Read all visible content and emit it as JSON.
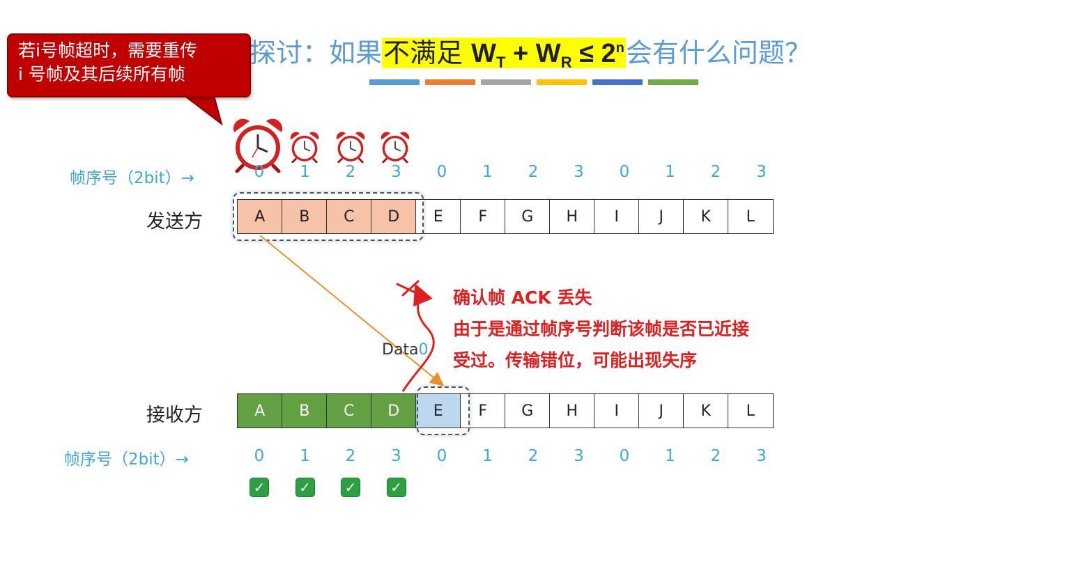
{
  "title": {
    "prefix": "探讨：如果",
    "highlight_text": "不满足",
    "math_w": "W",
    "sub_t": "T",
    "plus": " + ",
    "sub_r": "R",
    "leq": " ≤ 2",
    "sup_n": "n",
    "suffix": "会有什么问题？"
  },
  "title_bar_colors": [
    "#5b9bd5",
    "#ed7d31",
    "#a5a5a5",
    "#ffc000",
    "#4472c4",
    "#70ad47"
  ],
  "callout": {
    "line1": "若i号帧超时，需要重传",
    "line2": "i 号帧及其后续所有帧"
  },
  "sender": {
    "seq_label": "帧序号（2bit）→",
    "side_label": "发送方",
    "seq_numbers": [
      "0",
      "1",
      "2",
      "3",
      "0",
      "1",
      "2",
      "3",
      "0",
      "1",
      "2",
      "3"
    ],
    "frames": [
      "A",
      "B",
      "C",
      "D",
      "E",
      "F",
      "G",
      "H",
      "I",
      "J",
      "K",
      "L"
    ]
  },
  "receiver": {
    "seq_label": "帧序号（2bit）→",
    "side_label": "接收方",
    "seq_numbers": [
      "0",
      "1",
      "2",
      "3",
      "0",
      "1",
      "2",
      "3",
      "0",
      "1",
      "2",
      "3"
    ],
    "frames": [
      "A",
      "B",
      "C",
      "D",
      "E",
      "F",
      "G",
      "H",
      "I",
      "J",
      "K",
      "L"
    ],
    "checks": [
      "✓",
      "✓",
      "✓",
      "✓"
    ]
  },
  "explanation": {
    "line1": "确认帧 ACK 丢失",
    "line2": "由于是通过帧序号判断该帧是否已近接",
    "line3": "受过。传输错位，可能出现失序"
  },
  "data_label": {
    "text": "Data",
    "num": "0"
  },
  "colors": {
    "sender_window": "#f6c3a8",
    "receiver_acked": "#62a043",
    "receiver_window": "#bdd7ee",
    "explanation": "#e02020",
    "arrow": "#e8922a",
    "lost_ack": "#e02020"
  }
}
